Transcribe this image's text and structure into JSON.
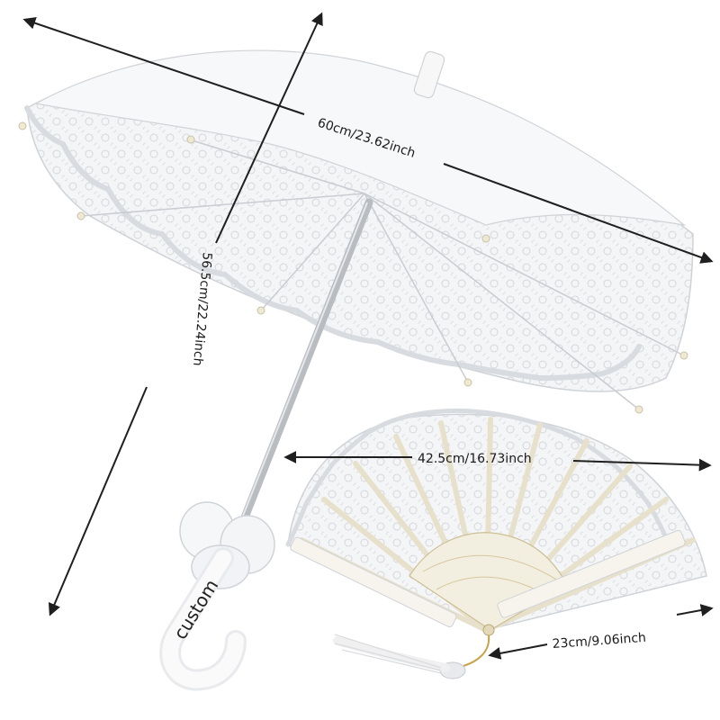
{
  "colors": {
    "background": "#ffffff",
    "lace": "#f4f5f7",
    "lace_shade": "#dfe2e7",
    "lace_line": "#c9ccd2",
    "shaft": "#b9bcc1",
    "handle": "#f7f7f7",
    "arrow": "#1f1f1f",
    "fan_rib": "#f3efe0",
    "tassel": "#f0f0f0"
  },
  "measurements": {
    "umbrella_diameter": "60cm/23.62inch",
    "umbrella_length": "56.5cm/22.24inch",
    "fan_width": "42.5cm/16.73inch",
    "fan_length": "23cm/9.06inch"
  },
  "handle_text": "custom"
}
